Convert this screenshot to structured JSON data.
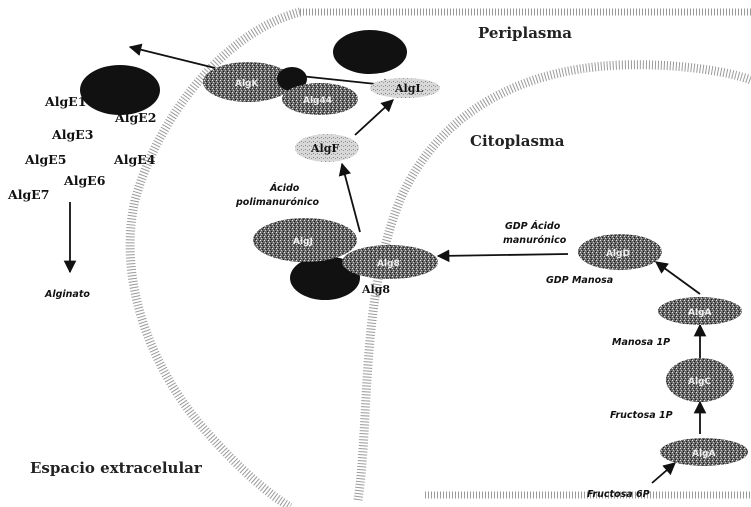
{
  "regions": {
    "periplasm": "Periplasma",
    "cytoplasm": "Citoplasma",
    "extracellular": "Espacio extracelular"
  },
  "enzymes": {
    "alge_group": [
      "AlgE1",
      "AlgE2",
      "AlgE3",
      "AlgE4",
      "AlgE5",
      "AlgE6",
      "AlgE7"
    ],
    "algl": "AlgL",
    "algf": "AlgF",
    "alg8": "Alg8",
    "algd": "AlgD",
    "algc": "AlgC",
    "alga1": "AlgA",
    "alga2": "AlgA",
    "algk": "AlgK",
    "algj": "AlgJ",
    "alg44": "Alg44"
  },
  "metabolites": {
    "fructose6p": "Fructosa 6P",
    "fructose1p": "Fructosa 1P",
    "mannose1p": "Manosa 1P",
    "gdp_mannose": "GDP Manosa",
    "gdp_acid_line1": "GDP Ácido",
    "gdp_acid_line2": "manurónico",
    "polyM_line1": "Ácido",
    "polyM_line2": "polimanurónico",
    "alginate": "Alginato"
  },
  "colors": {
    "dark_enzyme": "#111111",
    "textured_enzyme": "#555555",
    "membrane": "#9a9a9a"
  }
}
